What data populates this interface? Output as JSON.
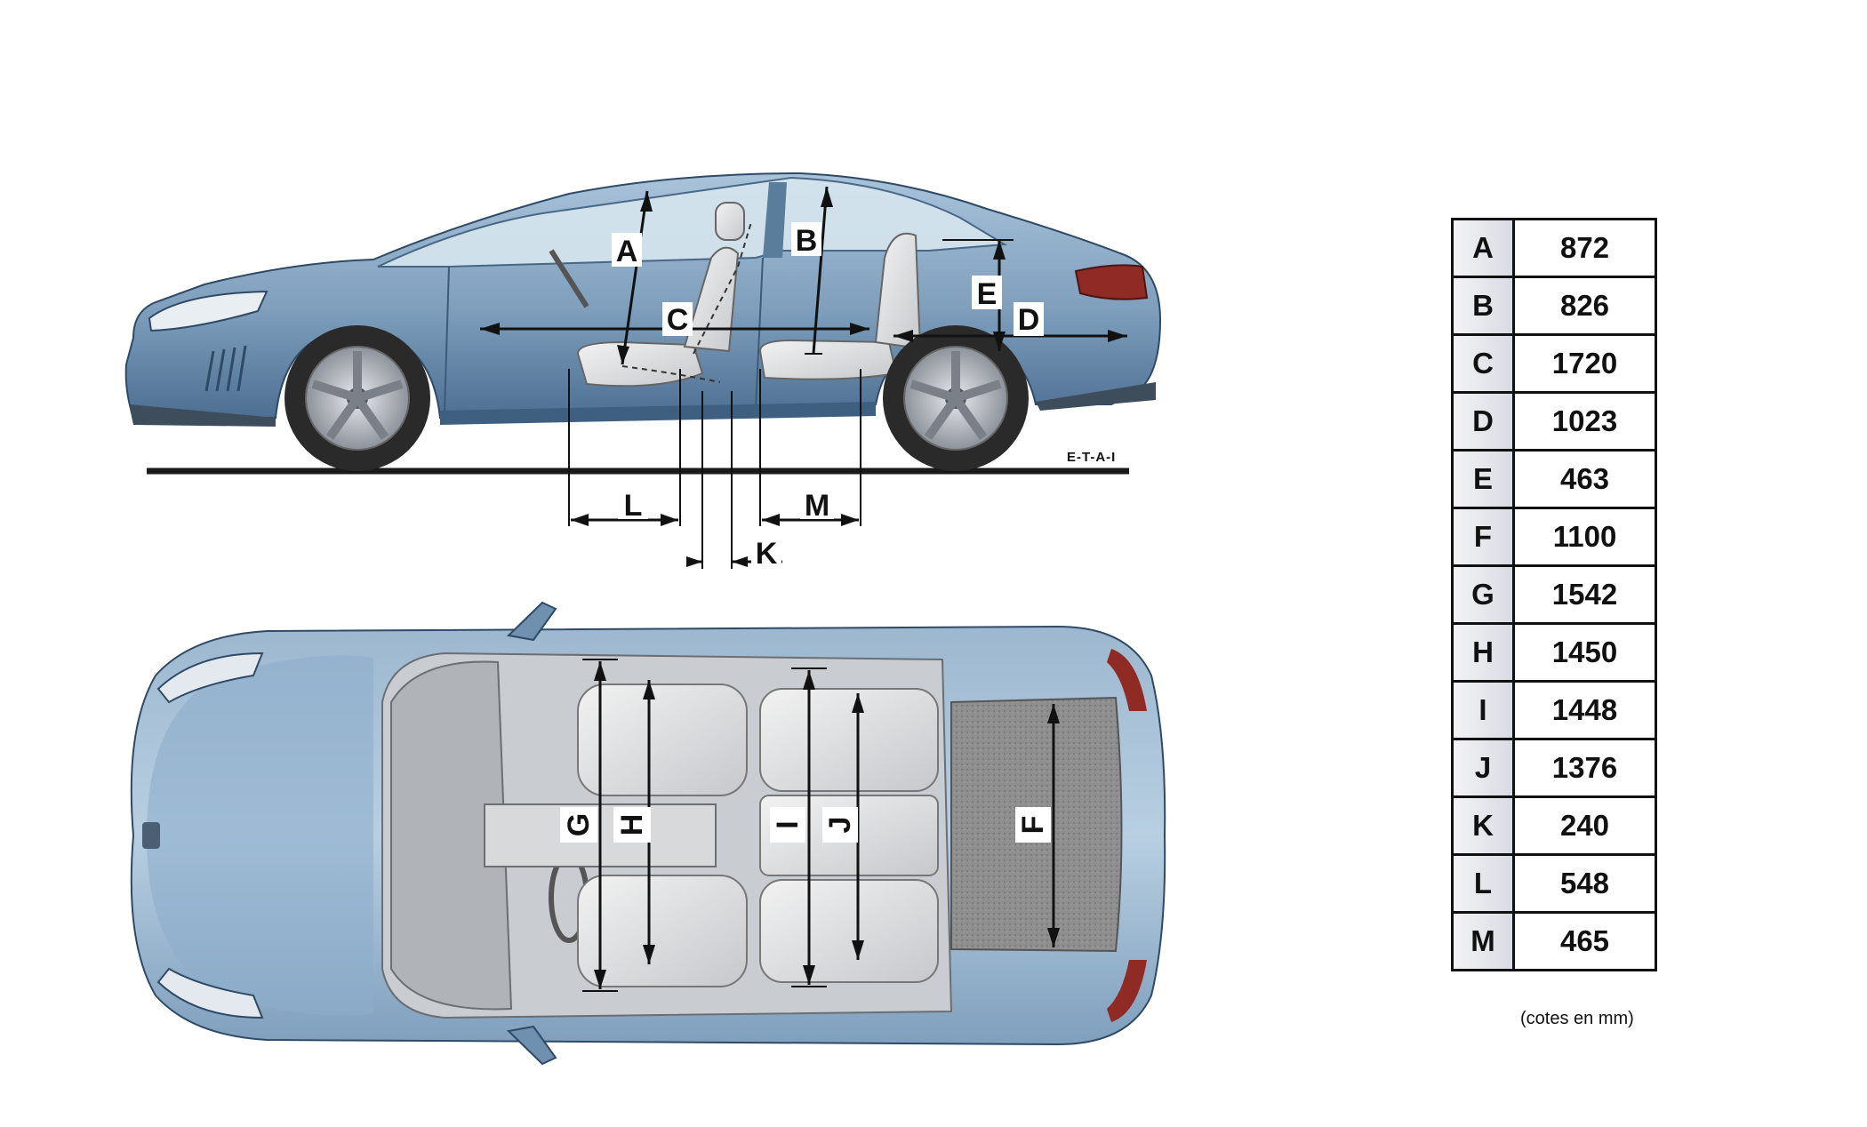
{
  "watermark": "E-T-A-I",
  "labels": {
    "A": "A",
    "B": "B",
    "C": "C",
    "D": "D",
    "E": "E",
    "F": "F",
    "G": "G",
    "H": "H",
    "I": "I",
    "J": "J",
    "K": "K",
    "L": "L",
    "M": "M"
  },
  "dimensions": [
    {
      "key": "A",
      "value": "872"
    },
    {
      "key": "B",
      "value": "826"
    },
    {
      "key": "C",
      "value": "1720"
    },
    {
      "key": "D",
      "value": "1023"
    },
    {
      "key": "E",
      "value": "463"
    },
    {
      "key": "F",
      "value": "1100"
    },
    {
      "key": "G",
      "value": "1542"
    },
    {
      "key": "H",
      "value": "1450"
    },
    {
      "key": "I",
      "value": "1448"
    },
    {
      "key": "J",
      "value": "1376"
    },
    {
      "key": "K",
      "value": "240"
    },
    {
      "key": "L",
      "value": "548"
    },
    {
      "key": "M",
      "value": "465"
    }
  ],
  "unit_note": "(cotes en mm)",
  "colors": {
    "body_blue": "#7f9fbd",
    "body_dark": "#4d6f92",
    "glass": "#d6e6ef",
    "interior": "#c9ccd0",
    "tire": "#2a2a2a",
    "rim": "#b8bcc2",
    "ground": "#1a1a1a"
  }
}
